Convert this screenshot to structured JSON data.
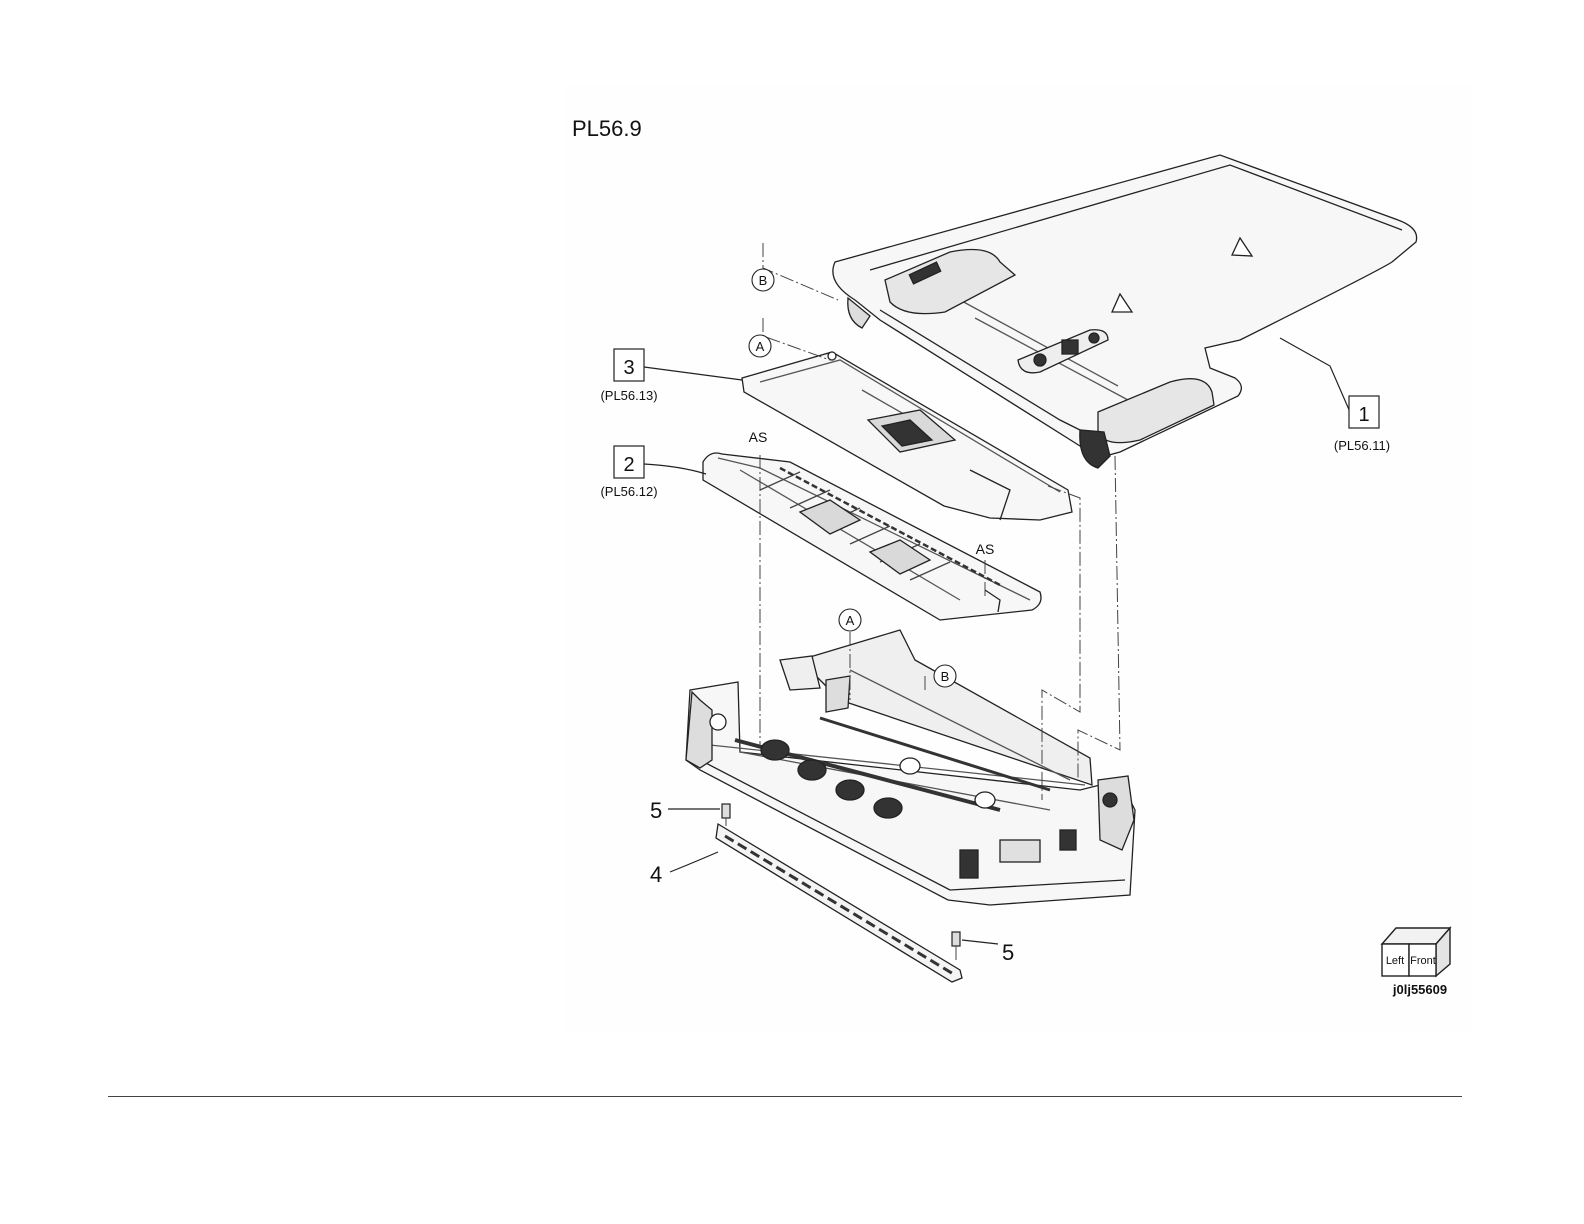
{
  "figure": {
    "title": "PL56.9",
    "image_code": "j0lj55609",
    "orientation_cube": {
      "left_face": "Left",
      "front_face": "Front"
    }
  },
  "callouts": {
    "item1": {
      "number": "1",
      "ref": "(PL56.11)"
    },
    "item2": {
      "number": "2",
      "ref": "(PL56.12)"
    },
    "item3": {
      "number": "3",
      "ref": "(PL56.13)"
    },
    "item4": {
      "number": "4"
    },
    "item5_top": {
      "number": "5"
    },
    "item5_bottom": {
      "number": "5"
    }
  },
  "connectors": {
    "a_top": "A",
    "a_bottom": "A",
    "b_top": "B",
    "b_bottom": "B"
  },
  "assembly_marks": {
    "as_left": "AS",
    "as_right": "AS"
  },
  "colors": {
    "line": "#222222",
    "part_fill": "#f7f7f7",
    "part_shade": "#d9d9d9",
    "dark_detail": "#333333"
  }
}
